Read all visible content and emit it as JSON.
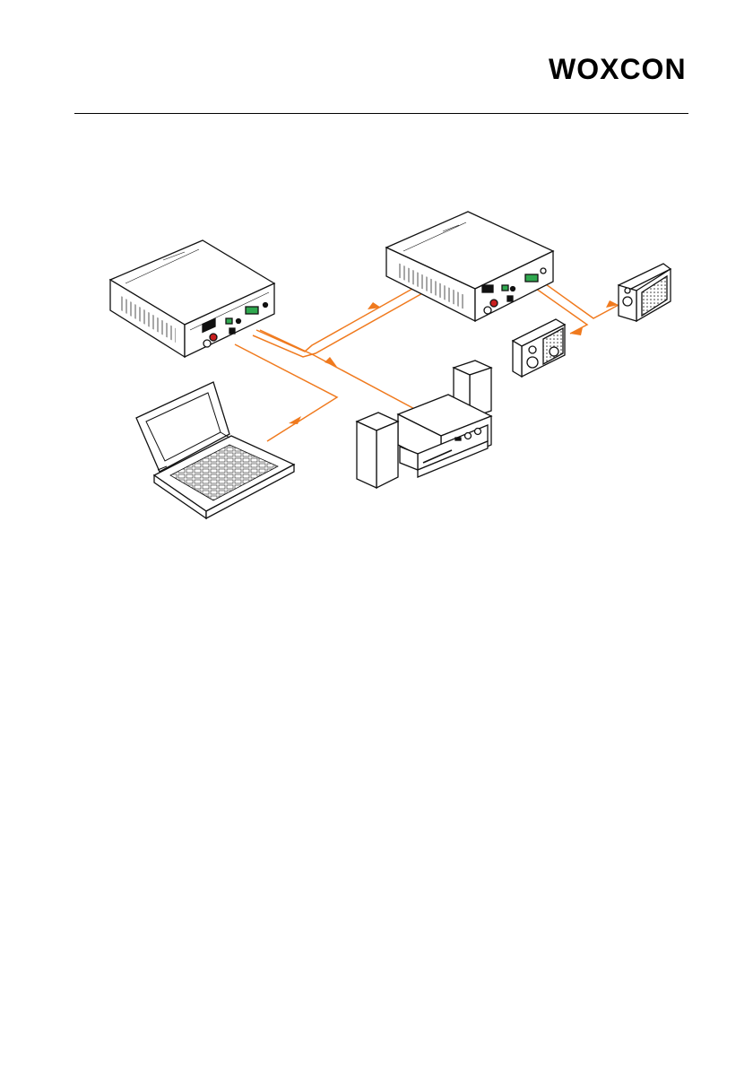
{
  "header": {
    "brand_logo": "WOXCON"
  },
  "colors": {
    "cable": "#f07a1e",
    "ink": "#111111",
    "terminal": "#2fa84f",
    "jack_red": "#c81e1e"
  },
  "diagram": {
    "devices": [
      {
        "id": "transmitter-unit",
        "icon": "extender-box-icon"
      },
      {
        "id": "receiver-unit",
        "icon": "extender-box-icon"
      },
      {
        "id": "laptop",
        "icon": "laptop-icon"
      },
      {
        "id": "hifi-stereo-system",
        "icon": "stereo-system-icon"
      },
      {
        "id": "speaker-left",
        "icon": "speaker-icon"
      },
      {
        "id": "speaker-right",
        "icon": "speaker-icon"
      }
    ]
  }
}
